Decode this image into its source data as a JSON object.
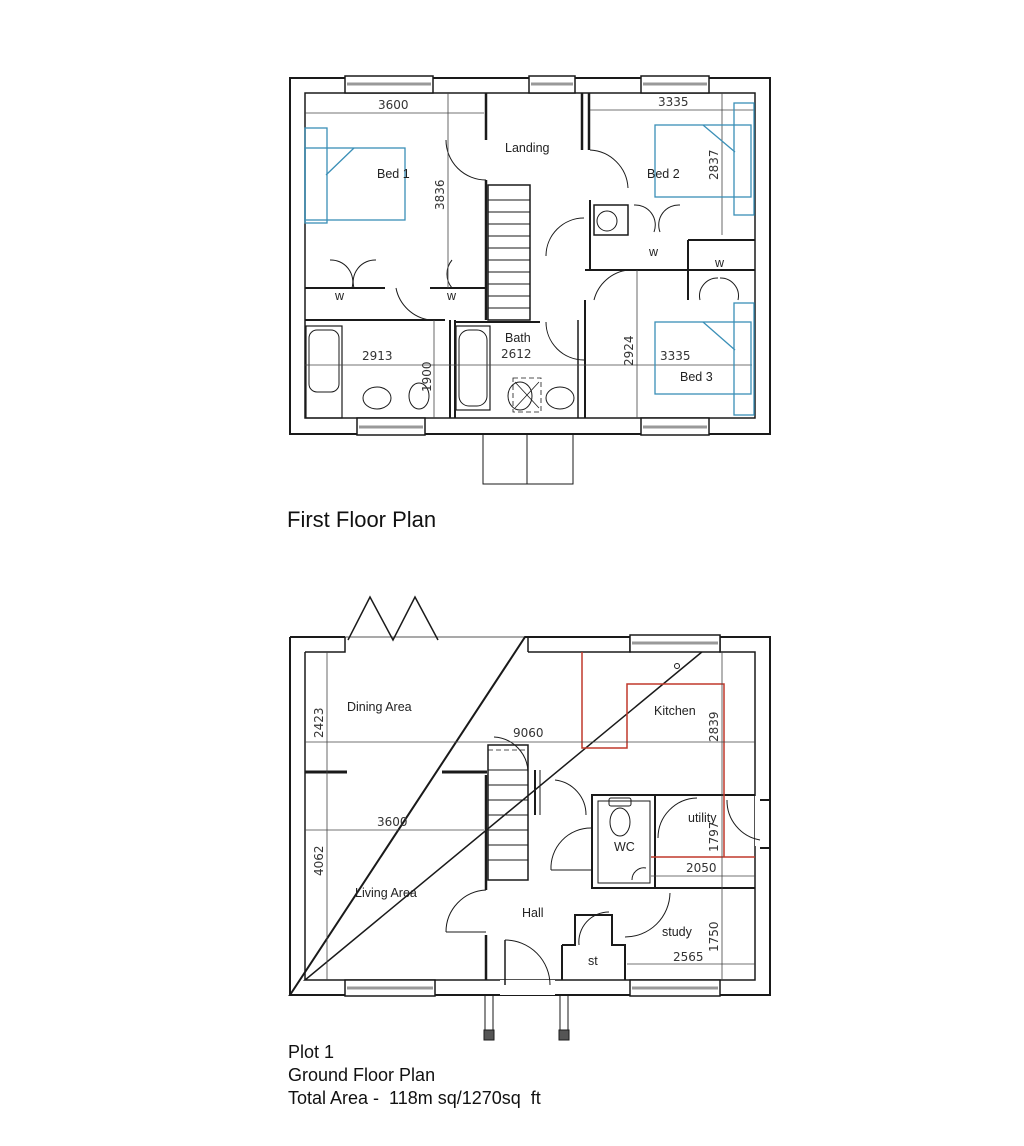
{
  "first_floor": {
    "title": "First Floor Plan",
    "rooms": [
      {
        "name": "Bed 1",
        "width_dim": "3600",
        "depth_dim": "3836"
      },
      {
        "name": "Landing"
      },
      {
        "name": "Bed 2",
        "width_dim": "3335",
        "depth_dim": "2837"
      },
      {
        "name": "Bath",
        "width_dim": "2612"
      },
      {
        "name": "Bed 3",
        "width_dim": "3335",
        "depth_dim": "2924"
      }
    ],
    "ensuite_dims": {
      "width": "2913",
      "depth": "1900"
    },
    "wardrobe_label": "w"
  },
  "ground_floor": {
    "rooms": [
      {
        "name": "Dining Area",
        "depth_dim": "2423"
      },
      {
        "name": "Kitchen",
        "depth_dim": "2839"
      },
      {
        "name": "Living Area",
        "width_dim": "3600",
        "depth_dim": "4062"
      },
      {
        "name": "Hall"
      },
      {
        "name": "WC"
      },
      {
        "name": "utility",
        "depth_dim": "1797",
        "width_dim": "2050"
      },
      {
        "name": "study",
        "width_dim": "2565",
        "depth_dim": "1750"
      },
      {
        "name": "st"
      }
    ],
    "overall_width_dim": "9060"
  },
  "footer": {
    "plot": "Plot 1",
    "plan_name": "Ground Floor Plan",
    "total_area": "Total Area -  118m sq/1270sq  ft"
  },
  "colors": {
    "wall": "#1a1a1a",
    "furniture_blue": "#3a8fb7",
    "kitchen_red": "#c0392b"
  }
}
